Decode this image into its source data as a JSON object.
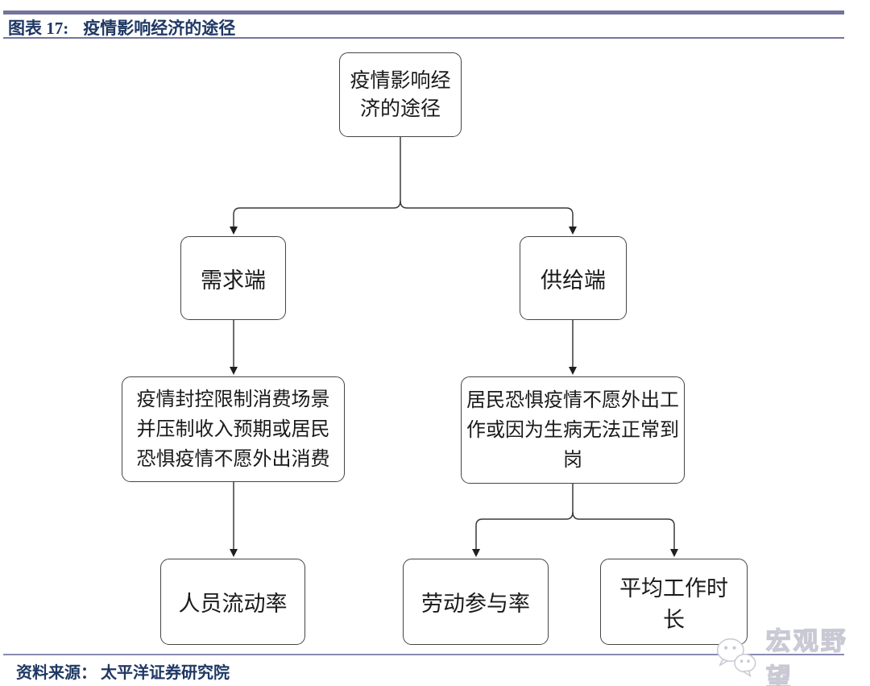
{
  "header": {
    "figure_label": "图表 17:",
    "figure_title": "疫情影响经济的途径"
  },
  "flowchart": {
    "root": {
      "label": "疫情影响经济的途径"
    },
    "demand": {
      "label": "需求端"
    },
    "supply": {
      "label": "供给端"
    },
    "demand_detail": {
      "label": "疫情封控限制消费场景并压制收入预期或居民恐惧疫情不愿外出消费"
    },
    "supply_detail": {
      "label": "居民恐惧疫情不愿外出工作或因为生病无法正常到岗"
    },
    "demand_outcome": {
      "label": "人员流动率"
    },
    "supply_outcome_1": {
      "label": "劳动参与率"
    },
    "supply_outcome_2": {
      "label": "平均工作时长"
    }
  },
  "footer": {
    "source": "资料来源： 太平洋证券研究院"
  },
  "watermark": {
    "text": "宏观野望",
    "icon": "wechat-logo"
  },
  "colors": {
    "rule": "#73739E",
    "heading_text": "#1F3864",
    "box_border": "#454545",
    "connector": "#3A3A3A"
  }
}
